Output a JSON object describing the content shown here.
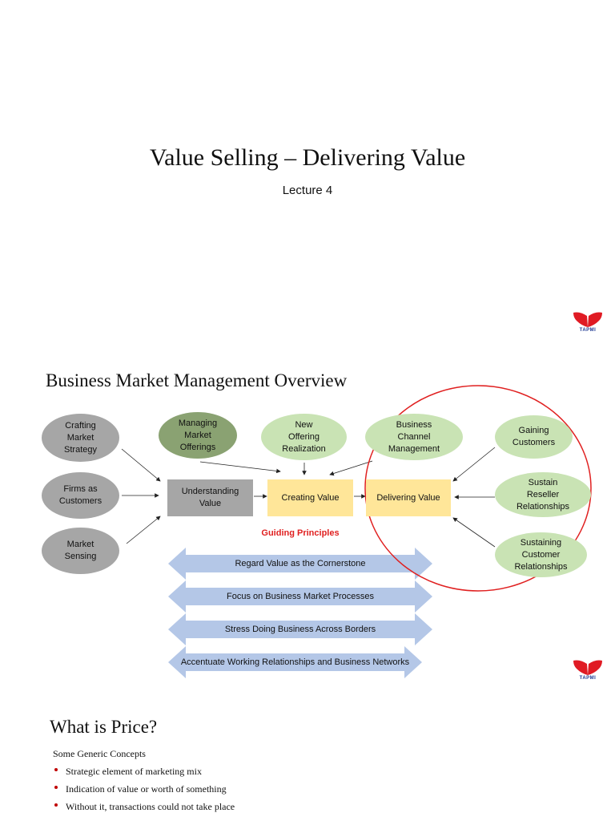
{
  "slide1": {
    "title": "Value Selling – Delivering Value",
    "subtitle": "Lecture 4",
    "logo_text": "TAPMI"
  },
  "slide2": {
    "title": "Business Market Management Overview",
    "left_nodes": [
      "Crafting\nMarket\nStrategy",
      "Firms as\nCustomers",
      "Market\nSensing"
    ],
    "top_nodes": [
      "Managing\nMarket\nOfferings",
      "New\nOffering\nRealization",
      "Business\nChannel\nManagement"
    ],
    "right_nodes": [
      "Gaining\nCustomers",
      "Sustain\nReseller\nRelationships",
      "Sustaining\nCustomer\nRelationships"
    ],
    "process_boxes": [
      "Understanding\nValue",
      "Creating Value",
      "Delivering Value"
    ],
    "guiding_title": "Guiding Principles",
    "principles": [
      "Regard Value as the Cornerstone",
      "Focus on Business Market Processes",
      "Stress Doing Business Across Borders",
      "Accentuate Working Relationships and Business Networks"
    ],
    "logo_text": "TAPMI",
    "colors": {
      "grey_node": "#a6a6a6",
      "dark_green_node": "#8aa272",
      "light_green_node": "#c9e3b4",
      "yellow_box": "#ffe699",
      "principle_arrow": "#b4c7e7",
      "highlight_circle": "#e02020"
    }
  },
  "slide3": {
    "title": "What is Price?",
    "concepts_heading": "Some Generic Concepts",
    "bullets": [
      "Strategic element of marketing mix",
      "Indication of value or worth of something",
      "Without it, transactions could not take place"
    ]
  }
}
